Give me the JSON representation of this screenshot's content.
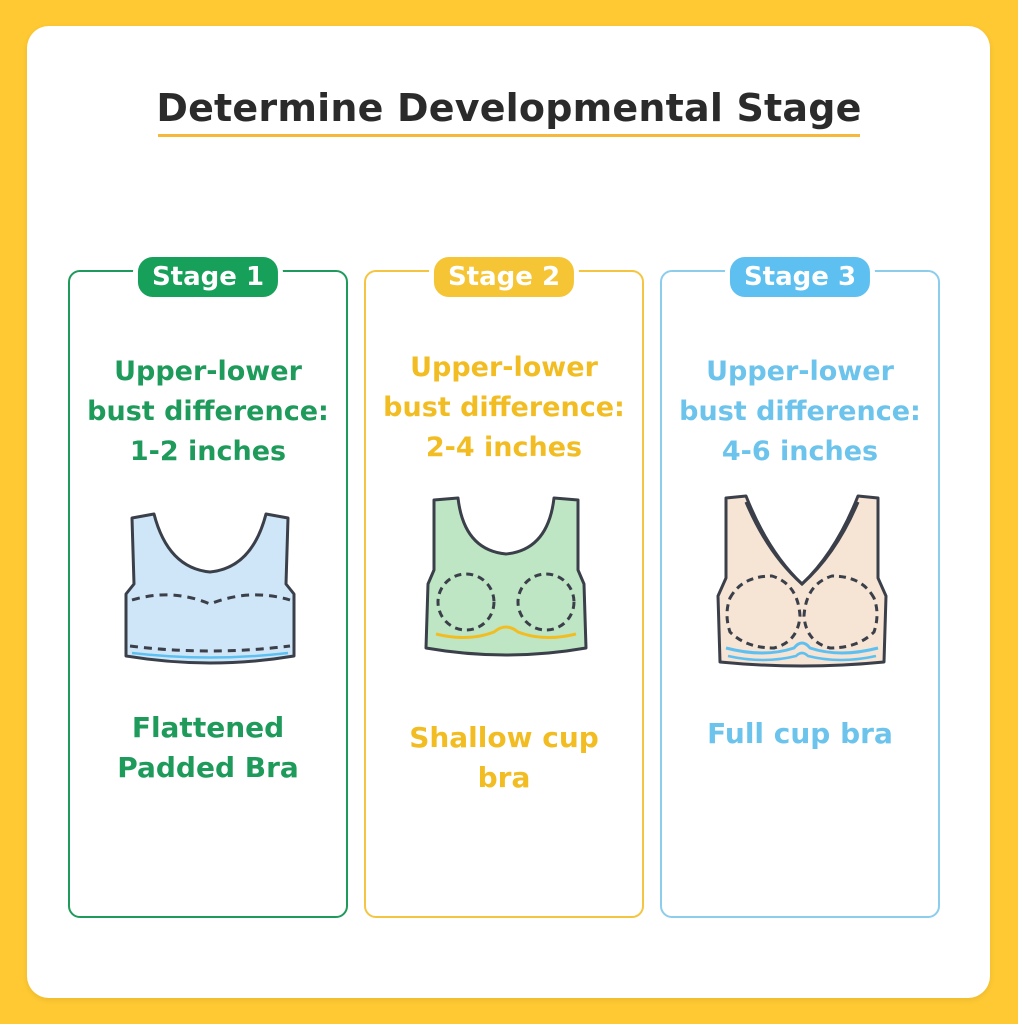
{
  "title": "Determine Developmental Stage",
  "colors": {
    "background": "#FEC933",
    "stage1": "#1E9A5B",
    "stage2": "#F2BD23",
    "stage3": "#6CC3EC"
  },
  "stages": [
    {
      "label": "Stage 1",
      "desc_lines": [
        "Upper-lower",
        "bust difference:",
        "1-2 inches"
      ],
      "bra_lines": [
        "Flattened",
        "Padded Bra"
      ],
      "icon": "flattened-padded-bra-icon"
    },
    {
      "label": "Stage 2",
      "desc_lines": [
        "Upper-lower",
        "bust difference:",
        "2-4 inches"
      ],
      "bra_lines": [
        "Shallow cup",
        "bra"
      ],
      "icon": "shallow-cup-bra-icon"
    },
    {
      "label": "Stage 3",
      "desc_lines": [
        "Upper-lower",
        "bust difference:",
        "4-6 inches"
      ],
      "bra_lines": [
        "Full cup bra"
      ],
      "icon": "full-cup-bra-icon"
    }
  ]
}
